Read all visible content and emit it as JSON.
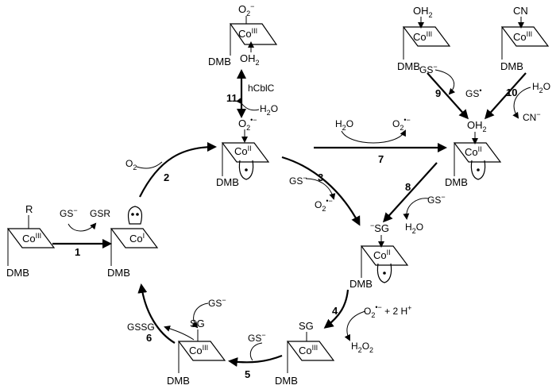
{
  "complexes": {
    "cbl_r": {
      "axial": "R",
      "metal": "Co",
      "ox": "III",
      "base": "DMB"
    },
    "cob_i": {
      "metal": "Co",
      "ox": "I",
      "base": "DMB"
    },
    "superoxo": {
      "top": "O",
      "top_charge": "2",
      "top_sign": "−",
      "metal": "Co",
      "ox": "III",
      "lower": "OH",
      "lower_sub": "2",
      "base": "DMB"
    },
    "co2_o2": {
      "top": "O",
      "top_sub": "2",
      "top_sign": "•−",
      "metal": "Co",
      "ox": "II",
      "base": "DMB"
    },
    "aqua_co3": {
      "top": "OH",
      "top_sub": "2",
      "metal": "Co",
      "ox": "III",
      "base": "DMB"
    },
    "cyano_co3": {
      "top": "CN",
      "metal": "Co",
      "ox": "III",
      "base": "DMB"
    },
    "aqua_co2": {
      "top": "OH",
      "top_sub": "2",
      "metal": "Co",
      "ox": "II",
      "base": "DMB"
    },
    "gs_co2": {
      "top_pre": "−",
      "top": "SG",
      "metal": "Co",
      "ox": "II",
      "base": "DMB"
    },
    "gs_co3_mid": {
      "top": "SG",
      "metal": "Co",
      "ox": "III",
      "base": "DMB"
    },
    "gs_co3_left": {
      "top": "SG",
      "metal": "Co",
      "ox": "III",
      "base": "DMB"
    }
  },
  "reagents": {
    "gs_minus_1": "GS",
    "gsr": "GSR",
    "o2_in": "O",
    "hcblc": "hCblC",
    "h2o_11": "H",
    "h2o_7": "H",
    "o2_7": "O",
    "gs_minus_3": "GS",
    "o2_3": "O",
    "gs_minus_9": "GS",
    "gs_rad_9": "GS",
    "h2o_10": "H",
    "cn_10": "CN",
    "gs_minus_8": "GS",
    "h2o_8": "H",
    "o2_4": "O",
    "plus_2h": " + 2 H",
    "h2o2_4": "H",
    "gs_minus_5": "GS",
    "gs_minus_6": "GS",
    "gssg": "GSSG"
  },
  "steps": [
    "1",
    "2",
    "3",
    "4",
    "5",
    "6",
    "7",
    "8",
    "9",
    "10",
    "11"
  ]
}
